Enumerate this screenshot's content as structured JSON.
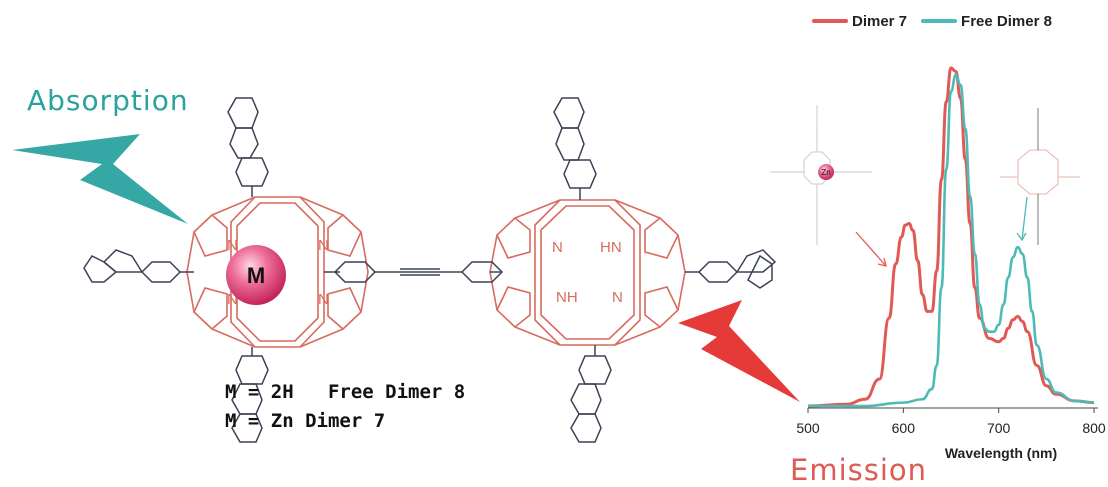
{
  "figure": {
    "absorption_label": "Absorption",
    "emission_label": "Emission",
    "metal_symbol": "M",
    "free_base_nh_top": "HN",
    "free_base_nh_bottom": "NH",
    "nitrogen": "N",
    "zn_symbol": "Zn",
    "assignments": [
      {
        "label": "M = 2H   Free Dimer 8"
      },
      {
        "label": "M = Zn Dimer 7"
      }
    ],
    "colors": {
      "teal": "#2aa3a0",
      "red": "#e05a55",
      "porphyrin": "#d86a5e",
      "bonds": "#3c4256"
    }
  },
  "chart_data": {
    "type": "line",
    "xlabel": "Wavelength (nm)",
    "ylabel": "",
    "xlim": [
      500,
      800
    ],
    "ylim": [
      0,
      1.0
    ],
    "x_ticks": [
      500,
      600,
      700,
      800
    ],
    "grid": false,
    "legend_position": "top",
    "series": [
      {
        "name": "Dimer 7",
        "color": "#e05a55",
        "x": [
          500,
          540,
          560,
          575,
          585,
          592,
          598,
          602,
          606,
          610,
          615,
          620,
          625,
          630,
          635,
          640,
          645,
          650,
          655,
          660,
          665,
          670,
          675,
          680,
          690,
          700,
          705,
          710,
          715,
          720,
          725,
          730,
          740,
          750,
          760,
          780,
          800
        ],
        "y": [
          0.0,
          0.005,
          0.02,
          0.08,
          0.26,
          0.42,
          0.5,
          0.535,
          0.54,
          0.52,
          0.43,
          0.33,
          0.28,
          0.28,
          0.4,
          0.67,
          0.9,
          1.0,
          0.99,
          0.91,
          0.73,
          0.54,
          0.35,
          0.26,
          0.2,
          0.19,
          0.2,
          0.23,
          0.255,
          0.265,
          0.25,
          0.22,
          0.12,
          0.06,
          0.035,
          0.015,
          0.01
        ]
      },
      {
        "name": "Free Dimer 8",
        "color": "#4fbab5",
        "x": [
          500,
          560,
          600,
          620,
          630,
          635,
          640,
          645,
          650,
          655,
          660,
          665,
          670,
          675,
          680,
          685,
          690,
          695,
          700,
          705,
          710,
          715,
          720,
          725,
          730,
          735,
          740,
          750,
          760,
          780,
          800
        ],
        "y": [
          0.0,
          0.0,
          0.01,
          0.02,
          0.05,
          0.12,
          0.35,
          0.7,
          0.93,
          0.98,
          0.95,
          0.82,
          0.62,
          0.45,
          0.3,
          0.23,
          0.22,
          0.22,
          0.24,
          0.3,
          0.38,
          0.44,
          0.47,
          0.45,
          0.38,
          0.28,
          0.18,
          0.08,
          0.04,
          0.015,
          0.01
        ]
      }
    ]
  }
}
